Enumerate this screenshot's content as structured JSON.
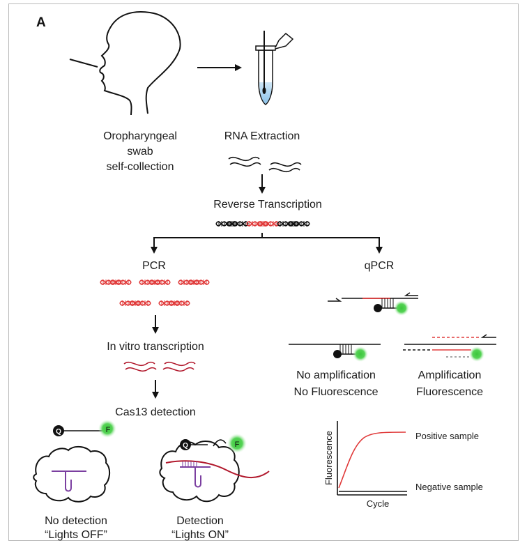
{
  "panel_label": "A",
  "steps": {
    "swab": [
      "Oropharyngeal",
      "swab",
      "self-collection"
    ],
    "rna_extraction": "RNA Extraction",
    "reverse_transcription": "Reverse Transcription",
    "pcr": "PCR",
    "in_vitro": "In vitro transcription",
    "cas13": "Cas13 detection",
    "qpcr": "qPCR"
  },
  "probe": {
    "quencher": "Q",
    "fluorophore": "F"
  },
  "cas13_results": {
    "no_detection": [
      "No detection",
      "“Lights OFF”"
    ],
    "detection": [
      "Detection",
      "“Lights ON”"
    ]
  },
  "qpcr_results": {
    "no_amp": [
      "No amplification",
      "No Fluorescence"
    ],
    "amp": [
      "Amplification",
      "Fluorescence"
    ]
  },
  "plot": {
    "ylabel": "Fluorescence",
    "xlabel": "Cycle",
    "positive": "Positive sample",
    "negative": "Negative sample"
  },
  "colors": {
    "red": "#e03a3a",
    "dark_red": "#b1182c",
    "purple": "#7b3fa0",
    "green": "#3cc63c"
  }
}
